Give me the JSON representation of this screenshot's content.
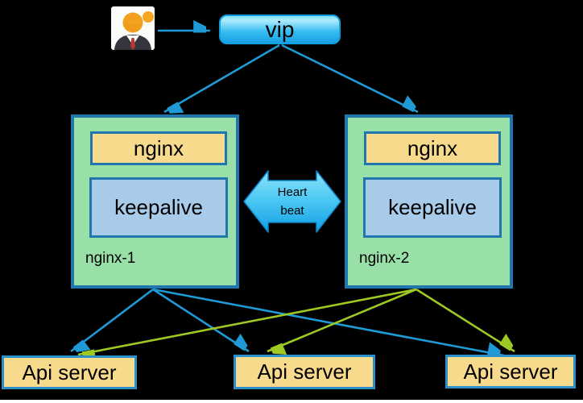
{
  "user": {
    "icon": "businessman-icon"
  },
  "vip": {
    "label": "vip"
  },
  "clusters": [
    {
      "name": "nginx-1",
      "components": [
        "nginx",
        "keepalive"
      ]
    },
    {
      "name": "nginx-2",
      "components": [
        "nginx",
        "keepalive"
      ]
    }
  ],
  "heartbeat": {
    "line1": "Heart",
    "line2": "beat"
  },
  "api_servers": [
    {
      "label": "Api server"
    },
    {
      "label": "Api server"
    },
    {
      "label": "Api server"
    }
  ],
  "connections": [
    {
      "from": "user",
      "to": "vip",
      "color": "blue"
    },
    {
      "from": "vip",
      "to": "nginx-1",
      "color": "blue"
    },
    {
      "from": "vip",
      "to": "nginx-2",
      "color": "blue"
    },
    {
      "from": "nginx-1",
      "to": "api-server-1",
      "color": "blue"
    },
    {
      "from": "nginx-1",
      "to": "api-server-2",
      "color": "blue"
    },
    {
      "from": "nginx-1",
      "to": "api-server-3",
      "color": "blue"
    },
    {
      "from": "nginx-2",
      "to": "api-server-1",
      "color": "green"
    },
    {
      "from": "nginx-2",
      "to": "api-server-2",
      "color": "green"
    },
    {
      "from": "nginx-2",
      "to": "api-server-3",
      "color": "green"
    },
    {
      "from": "nginx-1",
      "to": "nginx-2",
      "color": "cyan",
      "bidirectional": true,
      "label": "Heart beat"
    }
  ],
  "colors": {
    "background": "#000000",
    "arrow_blue": "#1f9ad6",
    "arrow_green": "#9ec824",
    "box_border_blue": "#2176ae",
    "api_border_blue": "#2b8fc9",
    "cluster_fill_green": "#99e0a8",
    "nginx_fill_tan": "#f8da8c",
    "keepalive_fill_blue": "#a7cbe9",
    "vip_fill_cyan": "#38bdf1",
    "heartbeat_fill_cyan": "#3fc3f2",
    "text": "#000000",
    "bottom_strip": "#ffffff"
  }
}
